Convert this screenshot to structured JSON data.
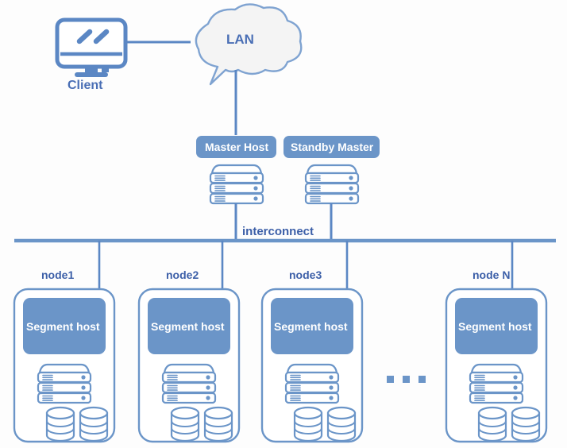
{
  "diagram": {
    "title": "Greenplum style MPP cluster architecture diagram",
    "colors": {
      "stroke": "#6b95c8",
      "fill_blue": "#6b95c8",
      "text_blue": "#3c5fa8",
      "label_blue": "#4a6fb5",
      "cloud_fill": "#f4f4f4",
      "white": "#ffffff",
      "background": "#fdfdfd"
    },
    "client": {
      "label": "Client",
      "icon": "desktop-monitor-icon"
    },
    "network": {
      "label": "LAN",
      "icon": "cloud-icon"
    },
    "masters": [
      {
        "label": "Master Host",
        "icon": "server-rack-icon"
      },
      {
        "label": "Standby Master",
        "icon": "server-rack-icon"
      }
    ],
    "bus": {
      "label": "interconnect"
    },
    "ellipsis": "...",
    "nodes": [
      {
        "label": "node1",
        "segment_label": "Segment host",
        "server_icon": "server-rack-icon",
        "disks": [
          "database-cylinder-icon",
          "database-cylinder-icon"
        ]
      },
      {
        "label": "node2",
        "segment_label": "Segment host",
        "server_icon": "server-rack-icon",
        "disks": [
          "database-cylinder-icon",
          "database-cylinder-icon"
        ]
      },
      {
        "label": "node3",
        "segment_label": "Segment host",
        "server_icon": "server-rack-icon",
        "disks": [
          "database-cylinder-icon",
          "database-cylinder-icon"
        ]
      },
      {
        "label": "node N",
        "segment_label": "Segment host",
        "server_icon": "server-rack-icon",
        "disks": [
          "database-cylinder-icon",
          "database-cylinder-icon"
        ]
      }
    ]
  }
}
